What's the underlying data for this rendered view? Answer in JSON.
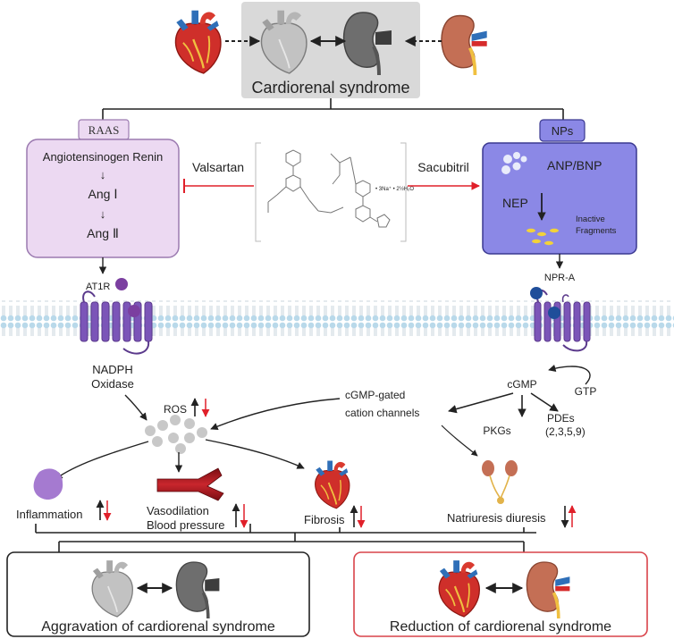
{
  "header": {
    "title": "Cardiorenal syndrome"
  },
  "raas": {
    "tag": "RAAS",
    "line1": "Angiotensinogen Renin",
    "arrow": "↓",
    "ang1": "Ang Ⅰ",
    "ang2": "Ang Ⅱ"
  },
  "nps": {
    "tag": "NPs",
    "anp": "ANP/BNP",
    "nep": "NEP",
    "frag1": "Inactive",
    "frag2": "Fragments"
  },
  "drugs": {
    "left": "Valsartan",
    "right": "Sacubitril"
  },
  "compound_text": "• 3Na⁺ • 2½H₂O",
  "receptors": {
    "left": "AT1R",
    "right": "NPR-A"
  },
  "labels": {
    "nadph1": "NADPH",
    "nadph2": "Oxidase",
    "ros": "ROS",
    "cgmp": "cGMP",
    "gtp": "GTP",
    "channels1": "cGMP-gated",
    "channels2": "cation channels",
    "pkgs": "PKGs",
    "pdes1": "PDEs",
    "pdes2": "(2,3,5,9)"
  },
  "effects": {
    "inflammation": "Inflammation",
    "vaso1": "Vasodilation",
    "vaso2": "Blood pressure",
    "fibrosis": "Fibrosis",
    "natri": "Natriuresis diuresis"
  },
  "outcomes": {
    "left": "Aggravation of cardiorenal syndrome",
    "right": "Reduction of cardiorenal syndrome"
  },
  "colors": {
    "raas_fill": "#ecd9f2",
    "raas_stroke": "#9b7ab0",
    "nps_fill": "#8b88e6",
    "nps_stroke": "#3a3890",
    "purple": "#7b4fa8",
    "red": "#e0202a",
    "blue_drug": "#2d9bd7",
    "outcome_right": "#d9434a"
  }
}
